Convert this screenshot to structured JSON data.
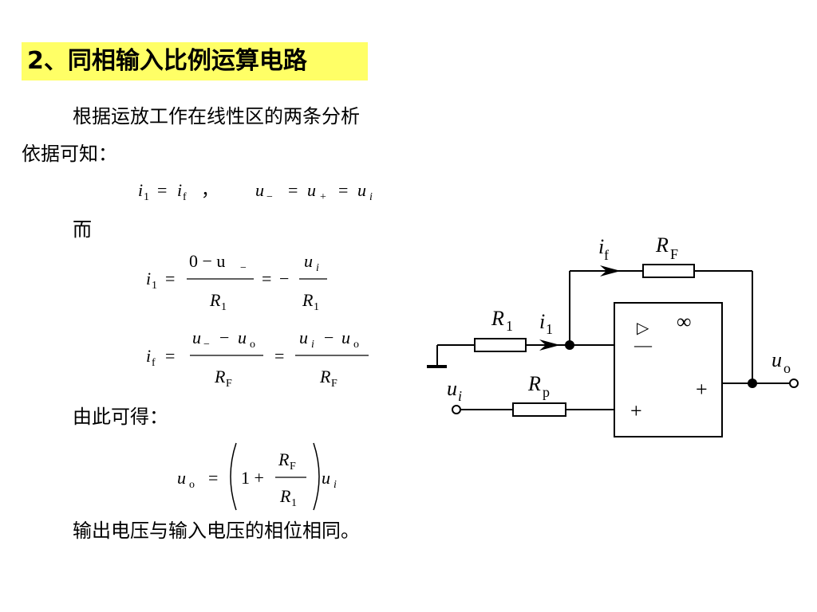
{
  "title": "2、同相输入比例运算电路",
  "paragraphs": {
    "intro_line1": "根据运放工作在线性区的两条分析",
    "intro_line2": "依据可知：",
    "er": "而",
    "youci": "由此可得：",
    "conclusion": "输出电压与输入电压的相位相同。"
  },
  "equations": {
    "eq1": {
      "i1": "i",
      "one": "1",
      "eq": "=",
      "if": "i",
      "f": "f",
      "comma": "，",
      "u": "u",
      "minus_sub": "−",
      "plus_sub": "+",
      "i_sub": "i"
    },
    "eq2": {
      "num": "0 − u",
      "sub_minus": "−",
      "ui": "u",
      "i": "i",
      "R": "R",
      "one": "1"
    },
    "eq3": {
      "R": "R",
      "F": "F",
      "o": "o"
    },
    "eq4": {
      "one_plus": "1 +"
    }
  },
  "circuit": {
    "label_if": "i",
    "sub_f": "f",
    "label_RF": "R",
    "sub_F": "F",
    "label_R1": "R",
    "sub_1": "1",
    "label_i1": "i",
    "label_Rp": "R",
    "sub_p": "p",
    "label_ui": "u",
    "sub_i": "i",
    "label_uo": "u",
    "sub_o": "o",
    "opamp_infinity": "∞",
    "opamp_triangle": "▷",
    "opamp_minus": "—",
    "opamp_plus_in": "+",
    "opamp_plus_out": "+"
  }
}
